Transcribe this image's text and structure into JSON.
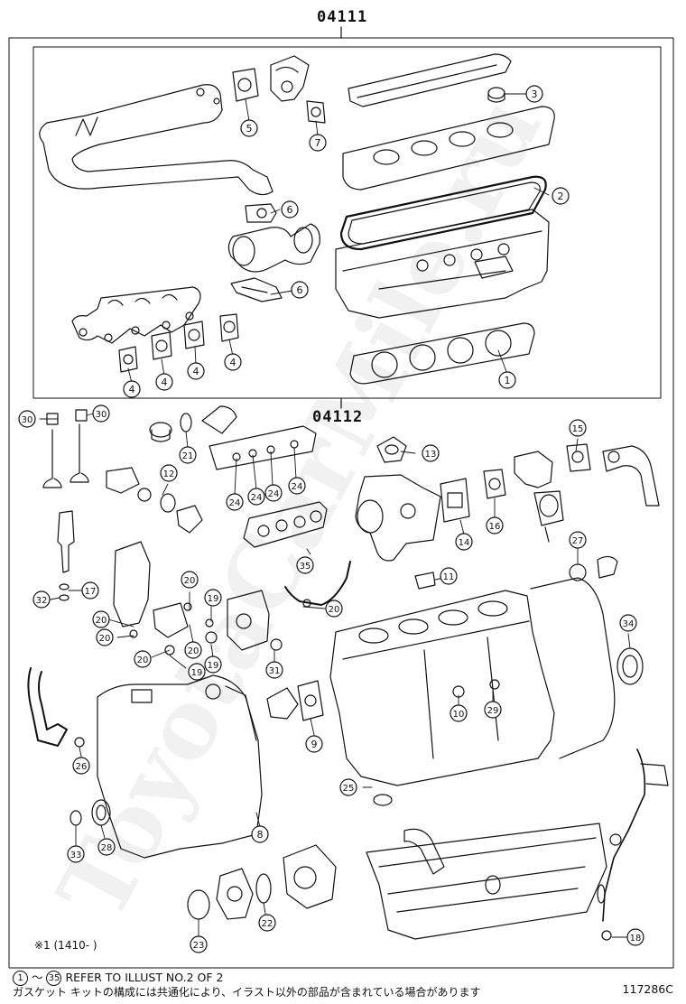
{
  "kits": {
    "upper_label": "04111",
    "lower_label": "04112"
  },
  "callouts": [
    "3",
    "5",
    "7",
    "2",
    "6",
    "6",
    "4",
    "4",
    "4",
    "4",
    "1",
    "30",
    "30",
    "21",
    "13",
    "15",
    "12",
    "24",
    "24",
    "24",
    "24",
    "16",
    "14",
    "27",
    "35",
    "17",
    "32",
    "11",
    "20",
    "20",
    "20",
    "20",
    "20",
    "20",
    "19",
    "19",
    "19",
    "31",
    "34",
    "10",
    "29",
    "9",
    "26",
    "25",
    "8",
    "33",
    "28",
    "23",
    "22",
    "18"
  ],
  "note": "※1 (1410-      )",
  "footer": {
    "range_from": "1",
    "range_to": "35",
    "refer_text": "REFER TO ILLUST NO.2 OF 2",
    "jp_text": "ガスケット キットの構成には共通化により、イラスト以外の部品が含まれている場合があります",
    "code": "117286C"
  },
  "watermark": "ToyotaCarMile.ru"
}
